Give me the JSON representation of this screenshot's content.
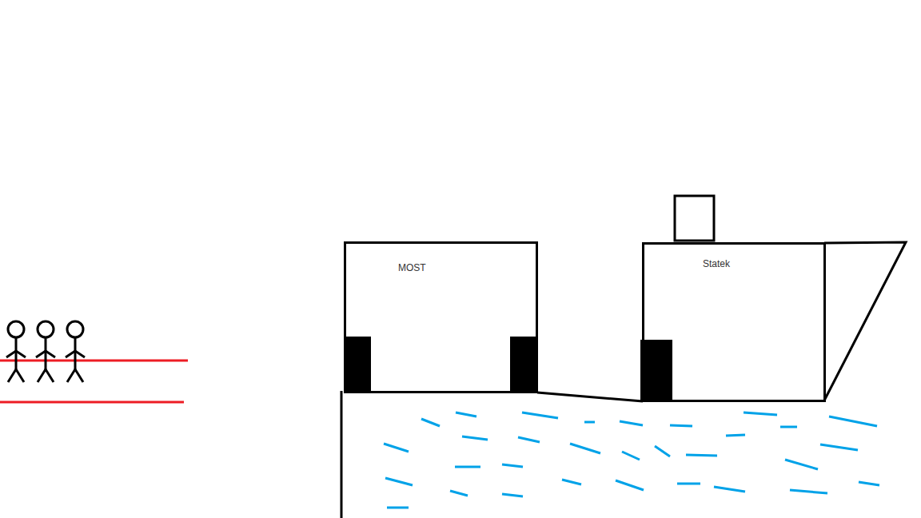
{
  "diagram": {
    "nodes": [
      {
        "text": [
          "MOST"
        ]
      },
      {
        "text": [
          "Statek"
        ]
      }
    ],
    "edges": [
      {
        "from": 0,
        "to": 1,
        "arrow": "none"
      }
    ]
  }
}
